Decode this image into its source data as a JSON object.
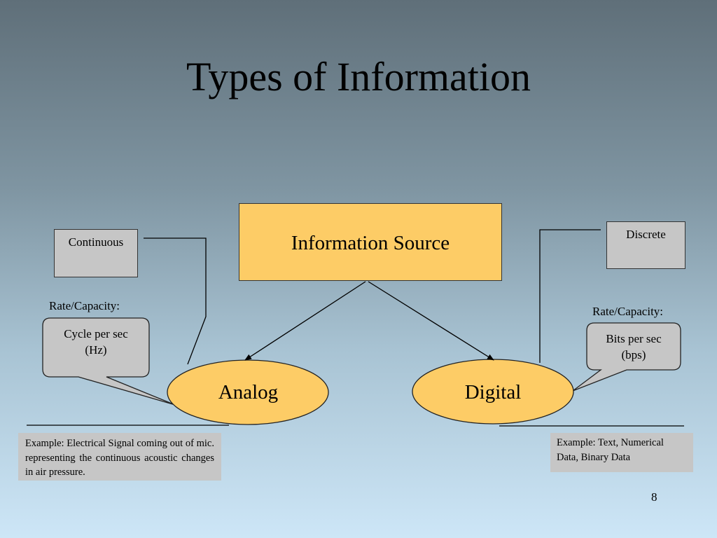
{
  "slide": {
    "title": "Types of Information",
    "page_number": "8"
  },
  "diagram": {
    "source": "Information Source",
    "analog": {
      "label": "Analog",
      "property": "Continuous",
      "rate_label": "Rate/Capacity:",
      "rate_lines": [
        "Cycle per sec",
        "(Hz)"
      ],
      "example": "Example: Electrical Signal coming out of mic. representing the continuous acoustic changes in air pressure."
    },
    "digital": {
      "label": "Digital",
      "property": "Discrete",
      "rate_label": "Rate/Capacity:",
      "rate_lines": [
        "Bits per sec",
        "(bps)"
      ],
      "example": "Example: Text, Numerical Data, Binary Data"
    }
  },
  "colors": {
    "source_fill": "#fdcc66",
    "ellipse_fill": "#fdcc66",
    "grey_box_fill": "#c6c6c6",
    "background_top": "#5f6f79",
    "background_bottom": "#cde6f7"
  }
}
